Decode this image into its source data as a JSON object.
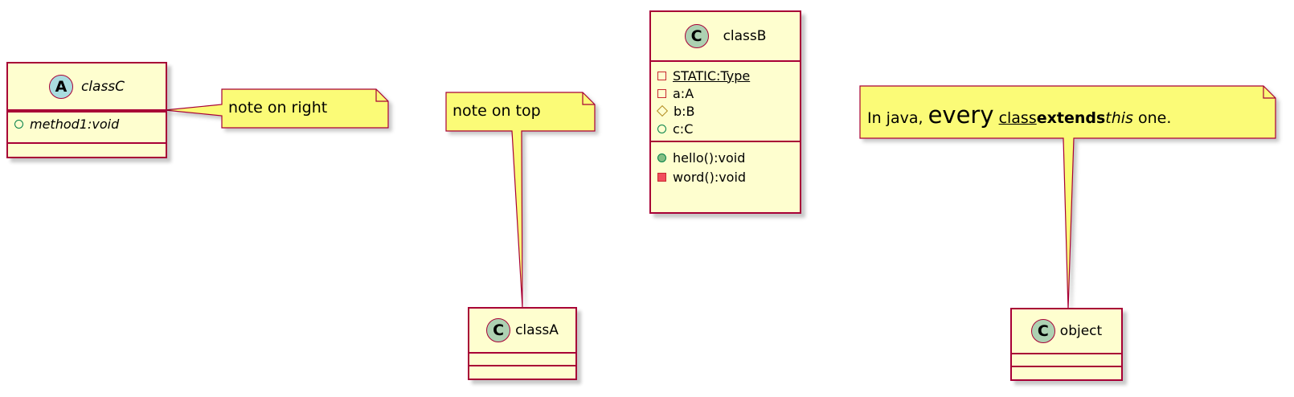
{
  "classes": {
    "classC": {
      "spot": "A",
      "name": "classC",
      "methods": [
        {
          "visibility": "public",
          "text": "method1:void"
        }
      ]
    },
    "classA": {
      "spot": "C",
      "name": "classA"
    },
    "classB": {
      "spot": "C",
      "name": "classB",
      "fields": [
        {
          "visibility": "private",
          "text": "STATIC:Type"
        },
        {
          "visibility": "private",
          "text": "a:A"
        },
        {
          "visibility": "protected",
          "text": "b:B"
        },
        {
          "visibility": "public",
          "text": "c:C"
        }
      ],
      "methods": [
        {
          "visibility": "public",
          "text": "hello():void"
        },
        {
          "visibility": "private",
          "text": "word():void"
        }
      ]
    },
    "object": {
      "spot": "C",
      "name": "object"
    }
  },
  "notes": {
    "right": {
      "text": "note on right"
    },
    "top": {
      "text": "note on top"
    },
    "java": {
      "part1": "In java, ",
      "part2": "every",
      "part3": "class",
      "part4": "extends",
      "part5": "this",
      "part6": " one."
    }
  },
  "colors": {
    "border": "#a80036",
    "class_fill": "#fefecf",
    "note_fill": "#fbfb77",
    "spot_class": "#add1b2",
    "spot_abstract": "#a9dcdf"
  }
}
